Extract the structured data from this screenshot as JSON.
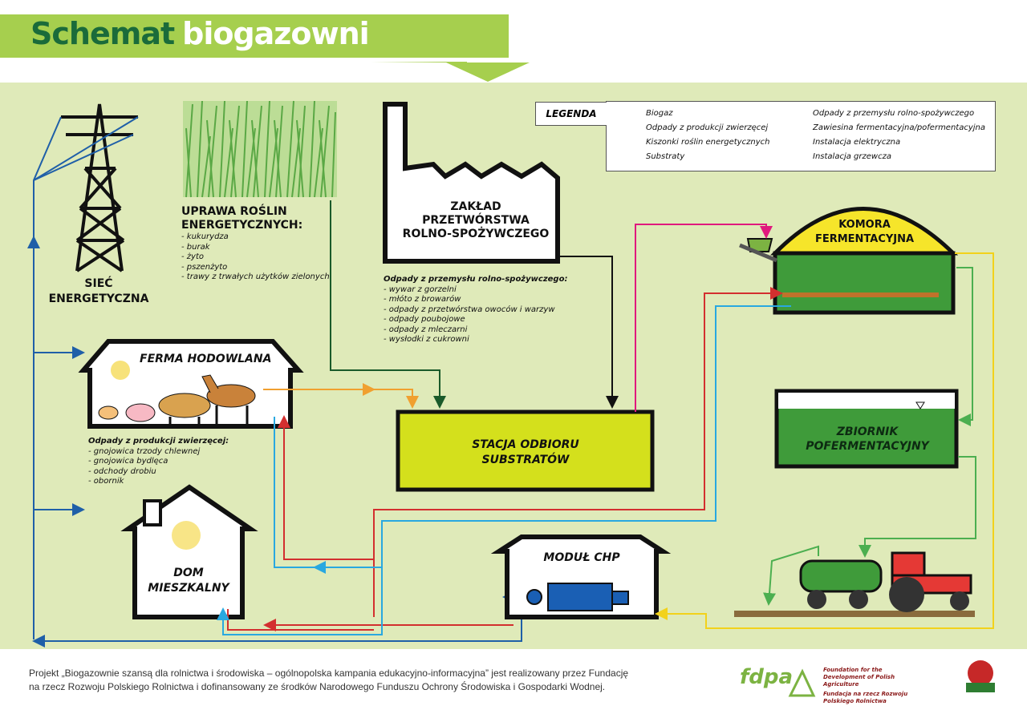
{
  "title": {
    "part1": "Schemat",
    "part2": "biogazowni"
  },
  "nodes": {
    "grid": "SIEĆ ENERGETYCZNA",
    "crops": "UPRAWA ROŚLIN ENERGETYCZNYCH:",
    "factory": "ZAKŁAD PRZETWÓRSTWA ROLNO-SPOŻYWCZEGO",
    "chamber": "KOMORA FERMENTACYJNA",
    "farm": "FERMA HODOWLANA",
    "station": "STACJA ODBIORU SUBSTRATÓW",
    "tank": "ZBIORNIK POFERMENTACYJNY",
    "house": "DOM MIESZKALNY",
    "chp": "MODUŁ CHP"
  },
  "crops_list": [
    "- kukurydza",
    "- burak",
    "- żyto",
    "- pszenżyto",
    "- trawy z trwałych użytków zielonych"
  ],
  "factory_waste": {
    "heading": "Odpady z przemysłu rolno-spożywczego:",
    "items": [
      "- wywar z gorzelni",
      "- młóto z browarów",
      "- odpady z przetwórstwa owoców i warzyw",
      "- odpady poubojowe",
      "- odpady z mleczarni",
      "- wysłodki z cukrowni"
    ]
  },
  "animal_waste": {
    "heading": "Odpady z produkcji zwierzęcej:",
    "items": [
      "- gnojowica trzody chlewnej",
      "- gnojowica bydlęca",
      "- odchody drobiu",
      "- obornik"
    ]
  },
  "legend": {
    "title": "LEGENDA",
    "items": [
      {
        "label": "Biogaz",
        "color": "#f2d21b"
      },
      {
        "label": "Odpady z produkcji zwierzęcej",
        "color": "#f0a030"
      },
      {
        "label": "Kiszonki roślin energetycznych",
        "color": "#1a5a2a"
      },
      {
        "label": "Substraty",
        "color": "#e0197d"
      },
      {
        "label": "Odpady z przemysłu rolno-spożywczego",
        "color": "#111111"
      },
      {
        "label": "Zawiesina fermentacyjna/pofermentacyjna",
        "color": "#4caf50"
      },
      {
        "label": "Instalacja elektryczna",
        "color": "#1f5fa8"
      },
      {
        "label": "Instalacja grzewcza",
        "color": "#d32f2f",
        "color2": "#29a8e0"
      }
    ]
  },
  "footer": {
    "line1": "Projekt „Biogazownie szansą dla rolnictwa i środowiska – ogólnopolska kampania edukacyjno-informacyjna” jest realizowany przez Fundację",
    "line2": "na rzecz Rozwoju Polskiego Rolnictwa i dofinansowany ze środków Narodowego Funduszu Ochrony Środowiska i Gospodarki Wodnej."
  },
  "logos": {
    "fdpa": "fdpa",
    "en": "Foundation for the Development of Polish Agriculture",
    "pl": "Fundacja na rzecz Rozwoju Polskiego Rolnictwa"
  },
  "colors": {
    "panel": "#dfeab9",
    "title_bar": "#a6cf4e",
    "station": "#d4e01c",
    "green_liquid": "#3f9b3a",
    "chamber_dome": "#f6e52a"
  }
}
